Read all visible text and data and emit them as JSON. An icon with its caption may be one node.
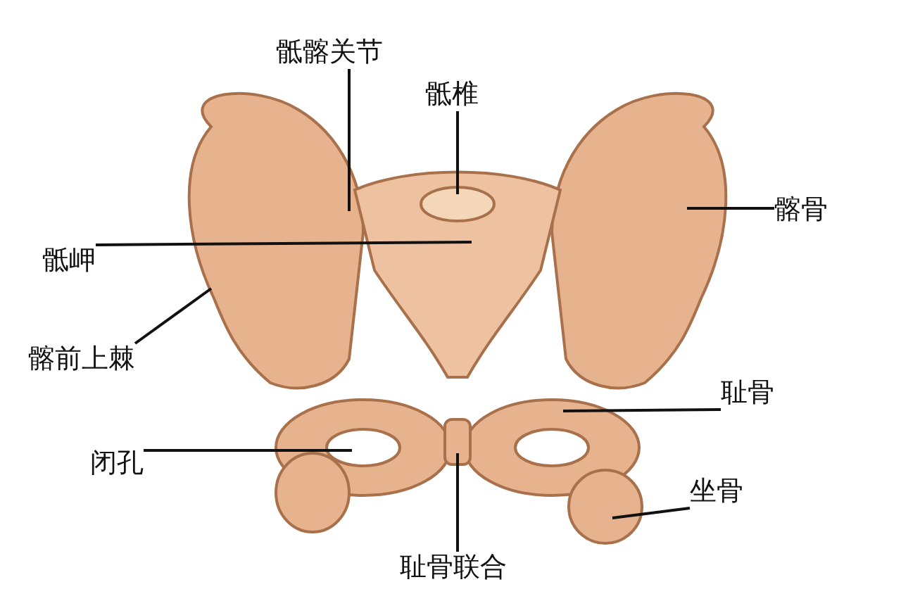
{
  "diagram": {
    "nodes": [
      {
        "text": [
          "骶髂关节"
        ]
      },
      {
        "text": [
          "骶椎"
        ]
      },
      {
        "text": [
          "骶岬"
        ]
      },
      {
        "text": [
          "髂骨"
        ]
      },
      {
        "text": [
          "髂前上棘"
        ]
      },
      {
        "text": [
          "耻骨"
        ]
      },
      {
        "text": [
          "闭孔"
        ]
      },
      {
        "text": [
          "坐骨"
        ]
      },
      {
        "text": [
          "耻骨联合"
        ]
      }
    ],
    "edges": [
      {
        "from": 0,
        "to": null,
        "arrow": "none"
      },
      {
        "from": 1,
        "to": null,
        "arrow": "none"
      },
      {
        "from": 2,
        "to": null,
        "arrow": "none"
      },
      {
        "from": 3,
        "to": null,
        "arrow": "none"
      },
      {
        "from": 4,
        "to": null,
        "arrow": "none"
      },
      {
        "from": 5,
        "to": null,
        "arrow": "none"
      },
      {
        "from": 6,
        "to": null,
        "arrow": "none"
      },
      {
        "from": 7,
        "to": null,
        "arrow": "none"
      },
      {
        "from": 8,
        "to": null,
        "arrow": "none"
      }
    ]
  }
}
